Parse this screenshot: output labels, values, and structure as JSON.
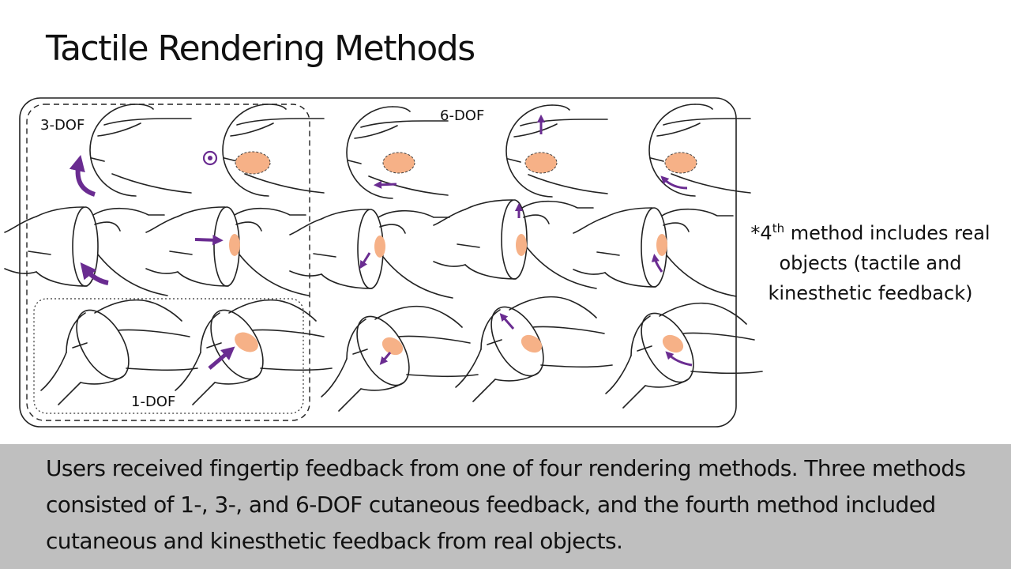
{
  "slide": {
    "title": "Tactile Rendering Methods",
    "caption": "Users received fingertip feedback from one of four rendering methods. Three methods consisted of 1-, 3-, and 6-DOF cutaneous feedback, and the fourth method included cutaneous and kinesthetic feedback from real objects."
  },
  "diagram": {
    "label_3dof": "3-DOF",
    "label_6dof": "6-DOF",
    "label_1dof": "1-DOF"
  },
  "note": {
    "prefix": "*4",
    "superscript": "th",
    "rest": " method includes real objects (tactile and kinesthetic feedback)"
  },
  "colors": {
    "arrow": "#6a2c91",
    "contact": "#f6b187",
    "caption_band": "#bfbfbf",
    "outline": "#222222"
  },
  "icons": [
    "fingertip-top-view-icon",
    "fingertip-side-view-icon",
    "fingertip-angled-view-icon",
    "purple-arrow-icon",
    "orange-contact-patch-icon"
  ]
}
